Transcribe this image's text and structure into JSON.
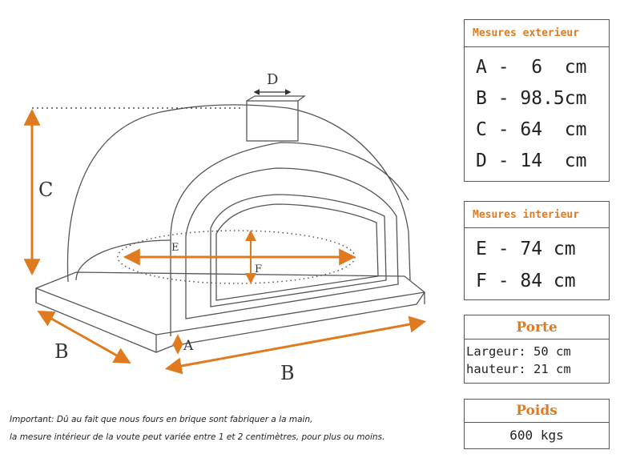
{
  "labels": {
    "a": "A",
    "b": "B",
    "c": "C",
    "d": "D",
    "e": "E",
    "f": "F"
  },
  "exterior": {
    "title": "Mesures exterieur",
    "rows": [
      "A -  6  cm",
      "B - 98.5cm",
      "C - 64  cm",
      "D - 14  cm"
    ]
  },
  "interior": {
    "title": "Mesures interieur",
    "rows": [
      "E - 74 cm",
      "F - 84 cm"
    ]
  },
  "door": {
    "title": "Porte",
    "rows": [
      "Largeur: 50 cm",
      "hauteur: 21 cm"
    ]
  },
  "weight": {
    "title": "Poids",
    "value": "600 kgs"
  },
  "note": {
    "line1": "Important: Dû au fait que nous fours en brique sont fabriquer a la main,",
    "line2": "la mesure intérieur de la voute peut variée entre 1 et 2 centimètres, pour plus ou moins."
  },
  "colors": {
    "arrow": "#e07a1f",
    "line": "#555555",
    "accent": "#e07a1f"
  }
}
